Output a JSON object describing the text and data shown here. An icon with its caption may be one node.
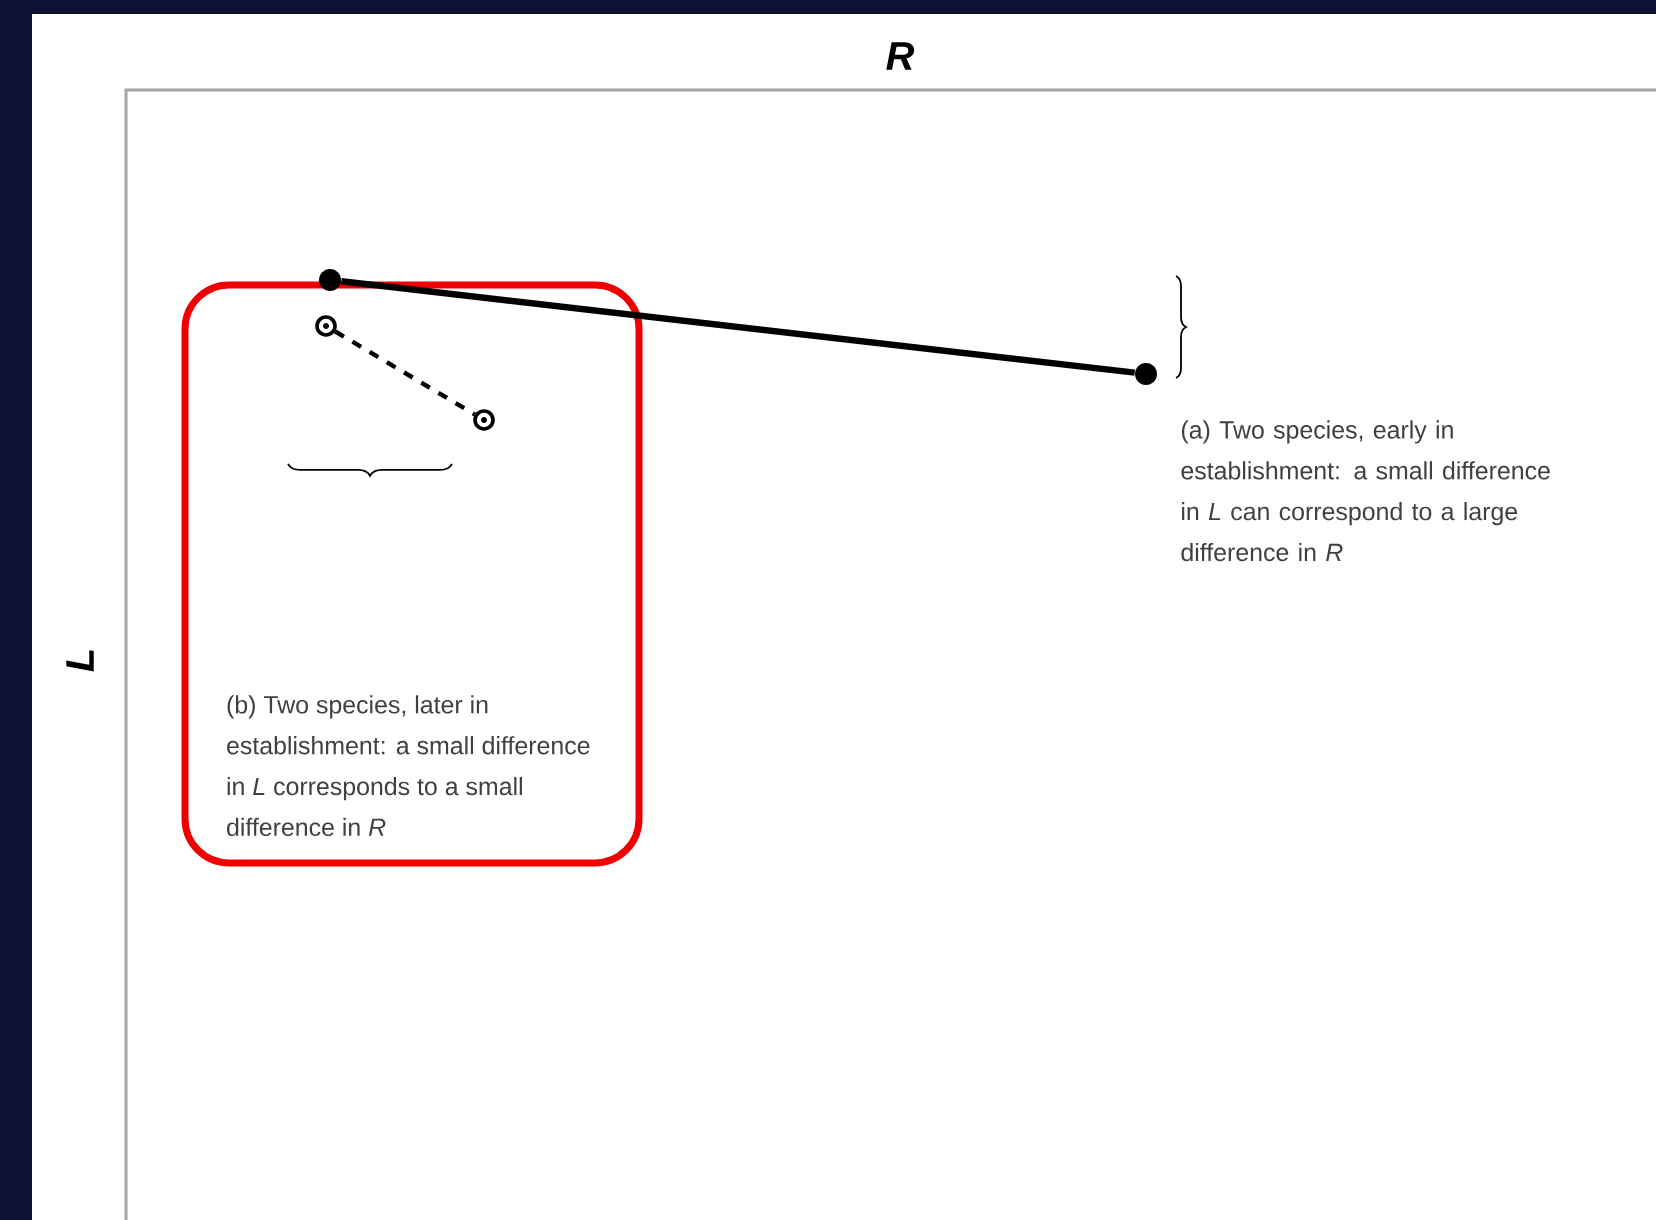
{
  "diagram": {
    "nodes": [
      {
        "text": [
          "(b) Two species, later in establishment: a small difference in *L* corresponds to a small difference in *R*"
        ]
      },
      {
        "text": [],
        "shape": "circle"
      },
      {
        "text": [],
        "shape": "circle"
      },
      {
        "text": [],
        "shape": "ring",
        "in": 0
      },
      {
        "text": [],
        "shape": "ring",
        "in": 0
      }
    ],
    "edges": [
      {
        "from": 1,
        "to": 2,
        "arrow": "none"
      },
      {
        "from": 3,
        "to": 4,
        "arrow": "none",
        "style": "dashed"
      }
    ],
    "labels": [
      "*R*",
      "*L*",
      "(a) Two species, early in establishment: a small difference in *L* can correspond to a large difference in *R*"
    ]
  }
}
